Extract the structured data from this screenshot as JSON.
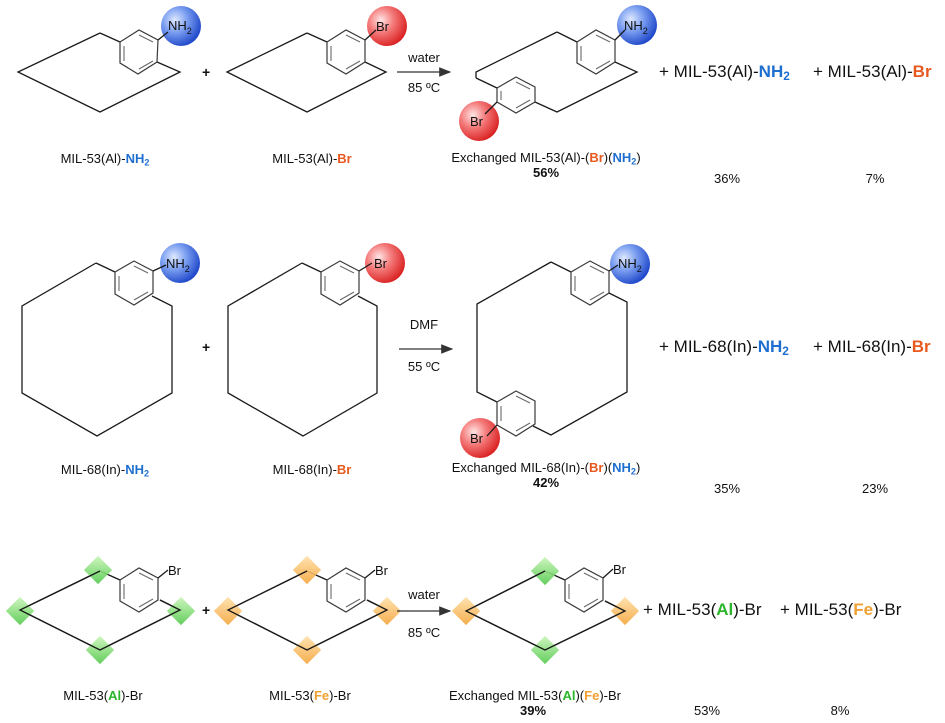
{
  "colors": {
    "nh2": "#1f6fd0",
    "br": "#e8591f",
    "al": "#2bb52b",
    "fe": "#f0a030"
  },
  "rows": [
    {
      "reactant_a": {
        "prefix": "MIL-53(Al)-",
        "tag": "NH",
        "sub": "2",
        "ball_label": "NH",
        "ball_sub": "2"
      },
      "reactant_b": {
        "prefix": "MIL-53(Al)-",
        "tag": "Br",
        "ball_label": "Br"
      },
      "plus": "+",
      "conditions": {
        "solvent": "water",
        "temperature": "85 ºC"
      },
      "product": {
        "prefix": "Exchanged MIL-53(Al)-(",
        "tag1": "Br",
        "mid": ")(",
        "tag2": "NH",
        "tag2_sub": "2",
        "suffix": ")",
        "yield": "56%"
      },
      "byproduct_1": {
        "plus": "+ ",
        "prefix": "MIL-53(Al)-",
        "tag": "NH",
        "sub": "2",
        "yield": "36%"
      },
      "byproduct_2": {
        "plus": "+ ",
        "prefix": "MIL-53(Al)-",
        "tag": "Br",
        "yield": "7%"
      }
    },
    {
      "reactant_a": {
        "prefix": "MIL-68(In)-",
        "tag": "NH",
        "sub": "2",
        "ball_label": "NH",
        "ball_sub": "2"
      },
      "reactant_b": {
        "prefix": "MIL-68(In)-",
        "tag": "Br",
        "ball_label": "Br"
      },
      "plus": "+",
      "conditions": {
        "solvent": "DMF",
        "temperature": "55 ºC"
      },
      "product": {
        "prefix": "Exchanged MIL-68(In)-(",
        "tag1": "Br",
        "mid": ")(",
        "tag2": "NH",
        "tag2_sub": "2",
        "suffix": ")",
        "yield": "42%"
      },
      "byproduct_1": {
        "plus": "+ ",
        "prefix": "MIL-68(In)-",
        "tag": "NH",
        "sub": "2",
        "yield": "35%"
      },
      "byproduct_2": {
        "plus": "+ ",
        "prefix": "MIL-68(In)-",
        "tag": "Br",
        "yield": "23%"
      }
    },
    {
      "reactant_a": {
        "prefix": "MIL-53(",
        "tag": "Al",
        "suffix": ")-Br",
        "substituent": "Br"
      },
      "reactant_b": {
        "prefix": "MIL-53(",
        "tag": "Fe",
        "suffix": ")-Br",
        "substituent": "Br"
      },
      "plus": "+",
      "conditions": {
        "solvent": "water",
        "temperature": "85 ºC"
      },
      "product": {
        "prefix": "Exchanged MIL-53(",
        "tag1": "Al",
        "mid": ")(",
        "tag2": "Fe",
        "suffix": ")-Br",
        "substituent": "Br",
        "yield": "39%"
      },
      "byproduct_1": {
        "plus": "+ ",
        "prefix": "MIL-53(",
        "tag": "Al",
        "suffix": ")-Br",
        "yield": "53%"
      },
      "byproduct_2": {
        "plus": "+ ",
        "prefix": "MIL-53(",
        "tag": "Fe",
        "suffix": ")-Br",
        "yield": "8%"
      }
    }
  ]
}
